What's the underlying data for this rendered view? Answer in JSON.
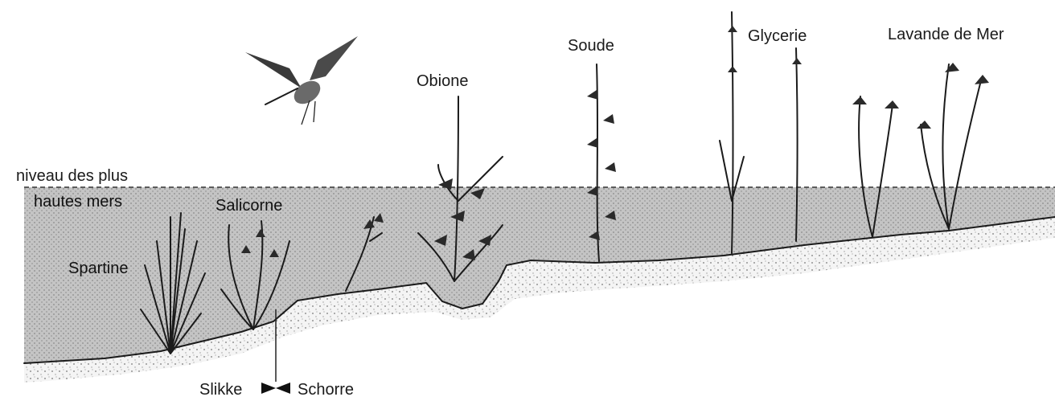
{
  "diagram": {
    "labels": {
      "high_water": [
        "niveau des plus",
        "hautes mers"
      ],
      "spartine": "Spartine",
      "salicorne": "Salicorne",
      "obione": "Obione",
      "soude": "Soude",
      "glycerie": "Glycerie",
      "lavande": "Lavande de Mer",
      "slikke": "Slikke",
      "schorre": "Schorre"
    },
    "colors": {
      "water_shade": "#bdbdbd",
      "sediment": "#e9e9e9",
      "ink": "#1b1b1b"
    },
    "icons": [
      "bird-icon",
      "boundary-marker-icon"
    ]
  }
}
